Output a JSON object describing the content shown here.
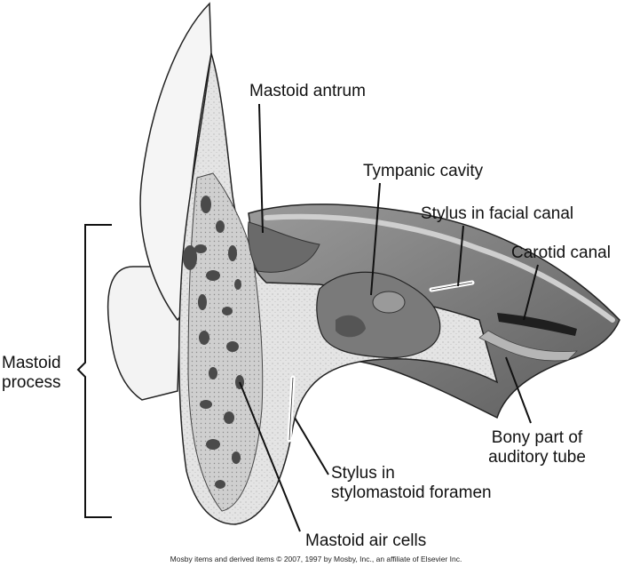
{
  "labels": {
    "mastoid_antrum": "Mastoid antrum",
    "tympanic_cavity": "Tympanic cavity",
    "stylus_facial_canal": "Stylus in facial canal",
    "carotid_canal": "Carotid canal",
    "mastoid_process_line1": "Mastoid",
    "mastoid_process_line2": "process",
    "bony_auditory_line1": "Bony part of",
    "bony_auditory_line2": "auditory tube",
    "stylus_stylomastoid_line1": "Stylus in",
    "stylus_stylomastoid_line2": "stylomastoid foramen",
    "mastoid_air_cells": "Mastoid air cells"
  },
  "credit": "Mosby items and derived items © 2007, 1997 by Mosby, Inc., an affiliate of Elsevier Inc.",
  "colors": {
    "bone_cut_surface": "#e2e2e2",
    "bone_outer": "#f2f2f2",
    "cavity_dark": "#6a6a6a",
    "cavity_mid": "#8c8c8c",
    "outline": "#222222"
  }
}
